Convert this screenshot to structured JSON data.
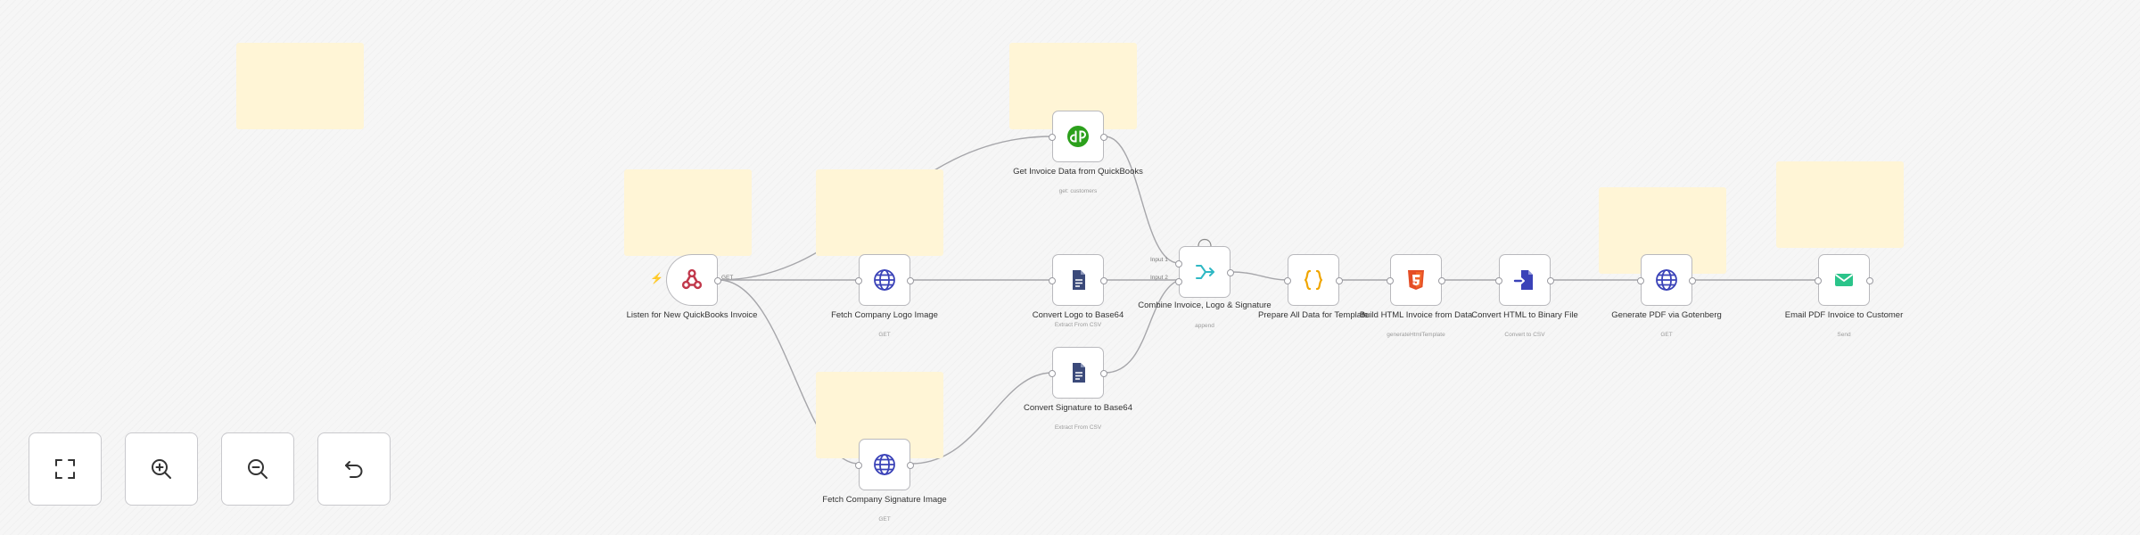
{
  "nodes": {
    "listen": {
      "label": "Listen for New QuickBooks Invoice",
      "port_out": "GET"
    },
    "fetch_logo": {
      "label": "Fetch Company Logo Image",
      "sub": "GET"
    },
    "get_invoice": {
      "label": "Get Invoice Data from QuickBooks",
      "sub": "get: customers"
    },
    "convert_logo": {
      "label": "Convert Logo to Base64",
      "sub": "Extract From CSV"
    },
    "convert_sig": {
      "label": "Convert Signature to Base64",
      "sub": "Extract From CSV"
    },
    "fetch_sig": {
      "label": "Fetch Company Signature Image",
      "sub": "GET"
    },
    "combine": {
      "label": "Combine Invoice, Logo & Signature",
      "sub": "append",
      "port_in_1": "Input 1",
      "port_in_2": "Input 2"
    },
    "prepare": {
      "label": "Prepare All Data for Template"
    },
    "build_html": {
      "label": "Build HTML Invoice from Data",
      "sub": "generateHtmlTemplate"
    },
    "convert_html": {
      "label": "Convert HTML to Binary File",
      "sub": "Convert to CSV"
    },
    "generate_pdf": {
      "label": "Generate PDF via Gotenberg",
      "sub": "GET"
    },
    "email": {
      "label": "Email PDF Invoice to Customer",
      "sub": "Send"
    }
  },
  "icons": {
    "listen": "webhook-icon",
    "fetch_logo": "globe-icon",
    "get_invoice": "quickbooks-icon",
    "convert_logo": "file-convert-icon",
    "convert_sig": "file-convert-icon",
    "fetch_sig": "globe-icon",
    "combine": "merge-icon",
    "prepare": "code-braces-icon",
    "build_html": "html5-icon",
    "convert_html": "file-arrow-icon",
    "generate_pdf": "globe-icon",
    "email": "mail-icon"
  },
  "colors": {
    "sticky": "#fff5d6",
    "quickbooks": "#2ca01c",
    "globe": "#3a42b8",
    "merge": "#2fb8c4",
    "code": "#f0a500",
    "html": "#e44d26",
    "mail": "#2bc48a",
    "trigger": "#ff6d5a"
  },
  "controls": {
    "fit_view": "fit-view-icon",
    "zoom_in": "zoom-in-icon",
    "zoom_out": "zoom-out-icon",
    "undo": "undo-icon"
  }
}
